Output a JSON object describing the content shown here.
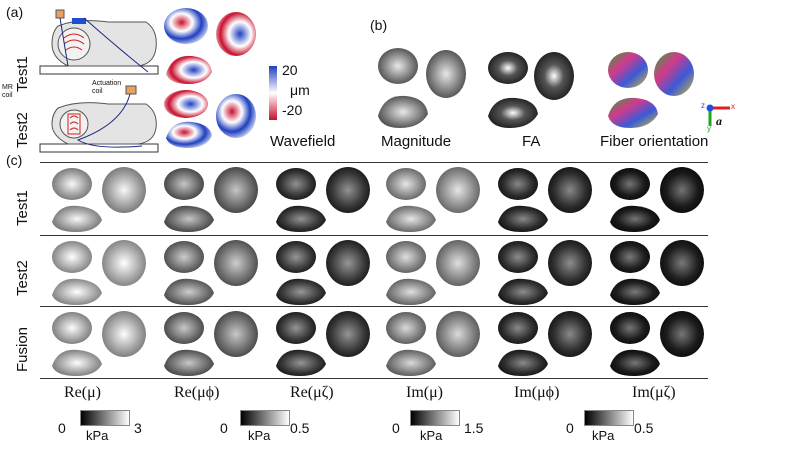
{
  "panels": {
    "a": "(a)",
    "b": "(b)",
    "c": "(c)"
  },
  "panel_a": {
    "rows": [
      "Test1",
      "Test2"
    ],
    "device_labels": {
      "mr_coil": "MR\ncoil",
      "actuation_coil": "Actuation\ncoil"
    },
    "colorbar": {
      "max": "20",
      "unit": "μm",
      "min": "-20",
      "colors": [
        "#1f3fbf",
        "#ffffff",
        "#c8102e"
      ]
    },
    "caption": "Wavefield"
  },
  "panel_b": {
    "captions": [
      "Magnitude",
      "FA",
      "Fiber orientation"
    ],
    "axes": {
      "x": "x",
      "y": "y",
      "z": "z",
      "a": "a"
    },
    "axis_colors": {
      "x": "#e02020",
      "y": "#18a818",
      "z": "#2050e0"
    }
  },
  "panel_c": {
    "rows": [
      "Test1",
      "Test2",
      "Fusion"
    ],
    "columns": [
      "Re(μ)",
      "Re(μϕ)",
      "Re(μζ)",
      "Im(μ)",
      "Im(μϕ)",
      "Im(μζ)"
    ],
    "colorbars": [
      {
        "min": "0",
        "unit": "kPa",
        "max": "3"
      },
      {
        "min": "0",
        "unit": "kPa",
        "max": "0.5"
      },
      {
        "min": "0",
        "unit": "kPa",
        "max": "1.5"
      },
      {
        "min": "0",
        "unit": "kPa",
        "max": "0.5"
      }
    ],
    "brightness": [
      [
        0.62,
        0.42,
        0.22,
        0.55,
        0.18,
        0.1
      ],
      [
        0.66,
        0.45,
        0.24,
        0.52,
        0.2,
        0.12
      ],
      [
        0.64,
        0.43,
        0.23,
        0.5,
        0.19,
        0.11
      ]
    ]
  }
}
